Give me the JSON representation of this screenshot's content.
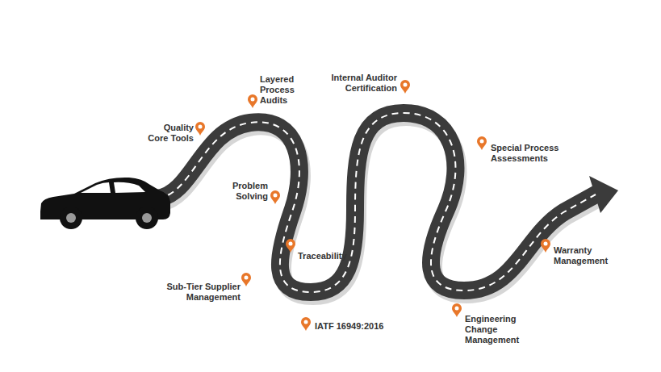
{
  "diagram": {
    "labels": [
      "Quality Core Tools",
      "Layered Process Audits",
      "Problem Solving",
      "Sub-Tier Supplier Management",
      "Traceability",
      "IATF 16949:2016",
      "Internal Auditor Certification",
      "Special Process Assessments",
      "Engineering Change Management",
      "Warranty Management"
    ]
  }
}
